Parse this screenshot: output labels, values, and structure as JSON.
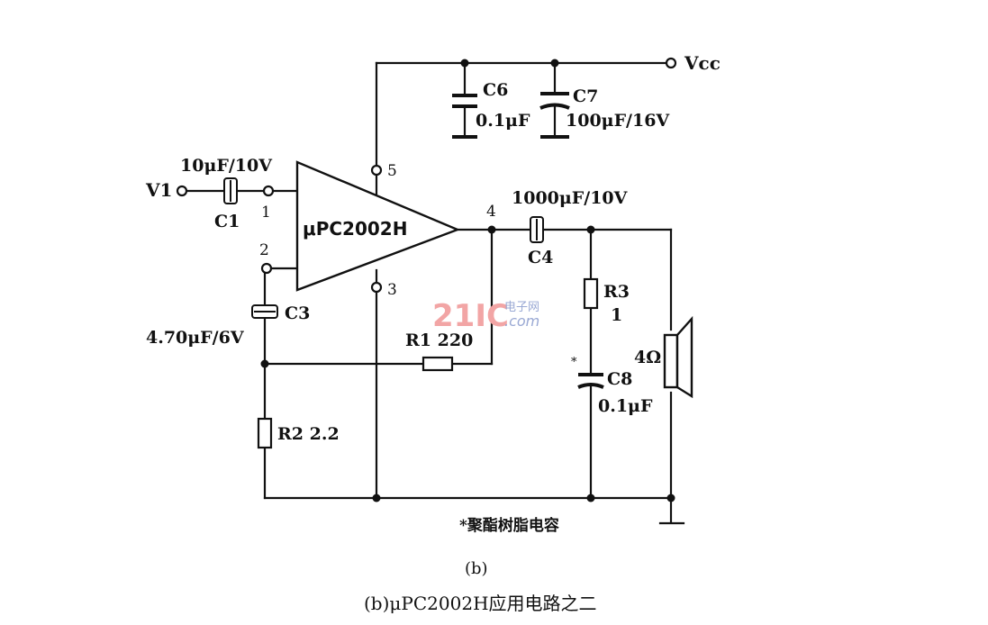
{
  "labels": {
    "vcc": "Vcc",
    "v1_in": "V1",
    "c1": "C1",
    "c1_value": "10μF/10V",
    "c3": "C3",
    "c3_value": "4.70μF/6V",
    "c4": "C4",
    "c4_value": "1000μF/10V",
    "c6": "C6",
    "c6_value": "0.1μF",
    "c7": "C7",
    "c7_value": "100μF/16V",
    "c8": "C8",
    "c8_value": "0.1μF",
    "r1": "R1 220",
    "r2": "R2 2.2",
    "r3": "R3",
    "r3_value": "1",
    "speaker": "4Ω",
    "ic": "μPC2002H",
    "pin1": "1",
    "pin2": "2",
    "pin3": "3",
    "pin4": "4",
    "pin5": "5",
    "star": "*"
  },
  "footnote": "*聚酯树脂电容",
  "subfigure": "(b)",
  "caption": "(b)μPC2002H应用电路之二",
  "watermark": {
    "main": "21IC",
    "sub_top": "电子网",
    "sub_bottom": ".com"
  },
  "colors": {
    "ink": "#111111",
    "watermark_red": "#f2a5a5",
    "watermark_blue": "#9aa9d4"
  }
}
